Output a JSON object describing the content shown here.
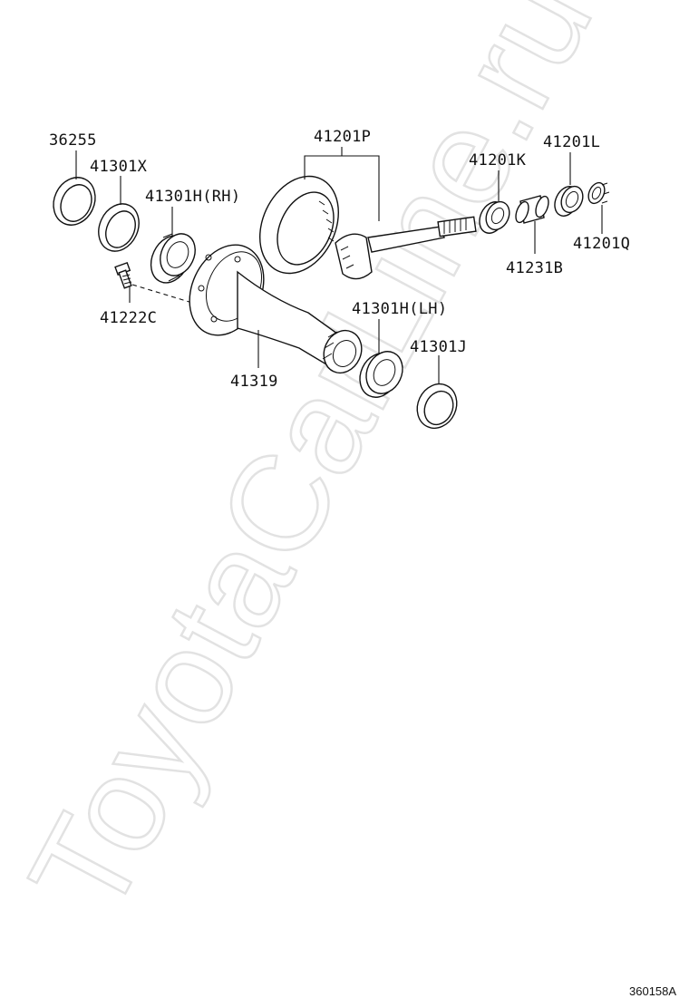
{
  "watermark": "ToyotaCarLine.ru",
  "diagram_code": "360158A",
  "parts": [
    {
      "id": "36255",
      "label": "36255"
    },
    {
      "id": "41301X",
      "label": "41301X"
    },
    {
      "id": "41301H_RH",
      "label": "41301H(RH)"
    },
    {
      "id": "41222C",
      "label": "41222C"
    },
    {
      "id": "41319",
      "label": "41319"
    },
    {
      "id": "41201P",
      "label": "41201P"
    },
    {
      "id": "41301H_LH",
      "label": "41301H(LH)"
    },
    {
      "id": "41301J",
      "label": "41301J"
    },
    {
      "id": "41201K",
      "label": "41201K"
    },
    {
      "id": "41201L",
      "label": "41201L"
    },
    {
      "id": "41231B",
      "label": "41231B"
    },
    {
      "id": "41201Q",
      "label": "41201Q"
    }
  ]
}
